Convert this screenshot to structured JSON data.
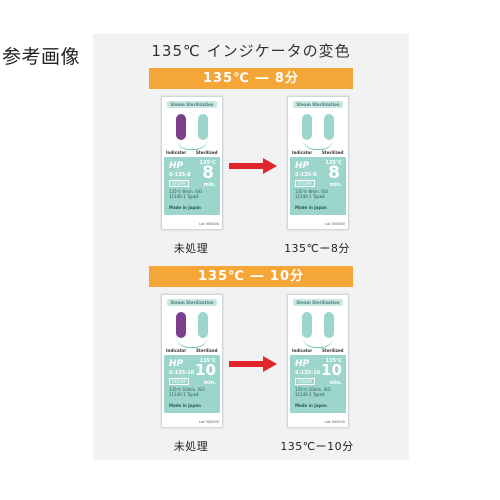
{
  "ref_label": "参考画像",
  "title": "135℃ インジケータの変色",
  "colors": {
    "banner": "#f4a637",
    "arrow": "#e0262b",
    "purple": "#7b3f8e",
    "teal": "#9bd5cb"
  },
  "sections": [
    {
      "banner": "135℃ ― 8分",
      "before_caption": "未処理",
      "after_caption": "135℃ー8分",
      "card": {
        "header": "Steam Sterilization",
        "indicator_label": "Indicator",
        "sterilized_label": "Sterilized",
        "brand": "HP",
        "code": "S-135-8",
        "steam_tag": "STEAM",
        "temp": "135℃",
        "number": "8",
        "min_label": "min.",
        "spec": "135℃-8min. ISO 11140-1 Type4",
        "made": "Made in Japan",
        "lot": "Lot 000000"
      }
    },
    {
      "banner": "135℃ ― 10分",
      "before_caption": "未処理",
      "after_caption": "135℃ー10分",
      "card": {
        "header": "Steam Sterilization",
        "indicator_label": "Indicator",
        "sterilized_label": "Sterilized",
        "brand": "HP",
        "code": "S-135-10",
        "steam_tag": "STEAM",
        "temp": "135℃",
        "number": "10",
        "min_label": "min.",
        "spec": "135℃-10min. ISO 11140-1 Type4",
        "made": "Made in Japan",
        "lot": "Lot 000000"
      }
    }
  ]
}
